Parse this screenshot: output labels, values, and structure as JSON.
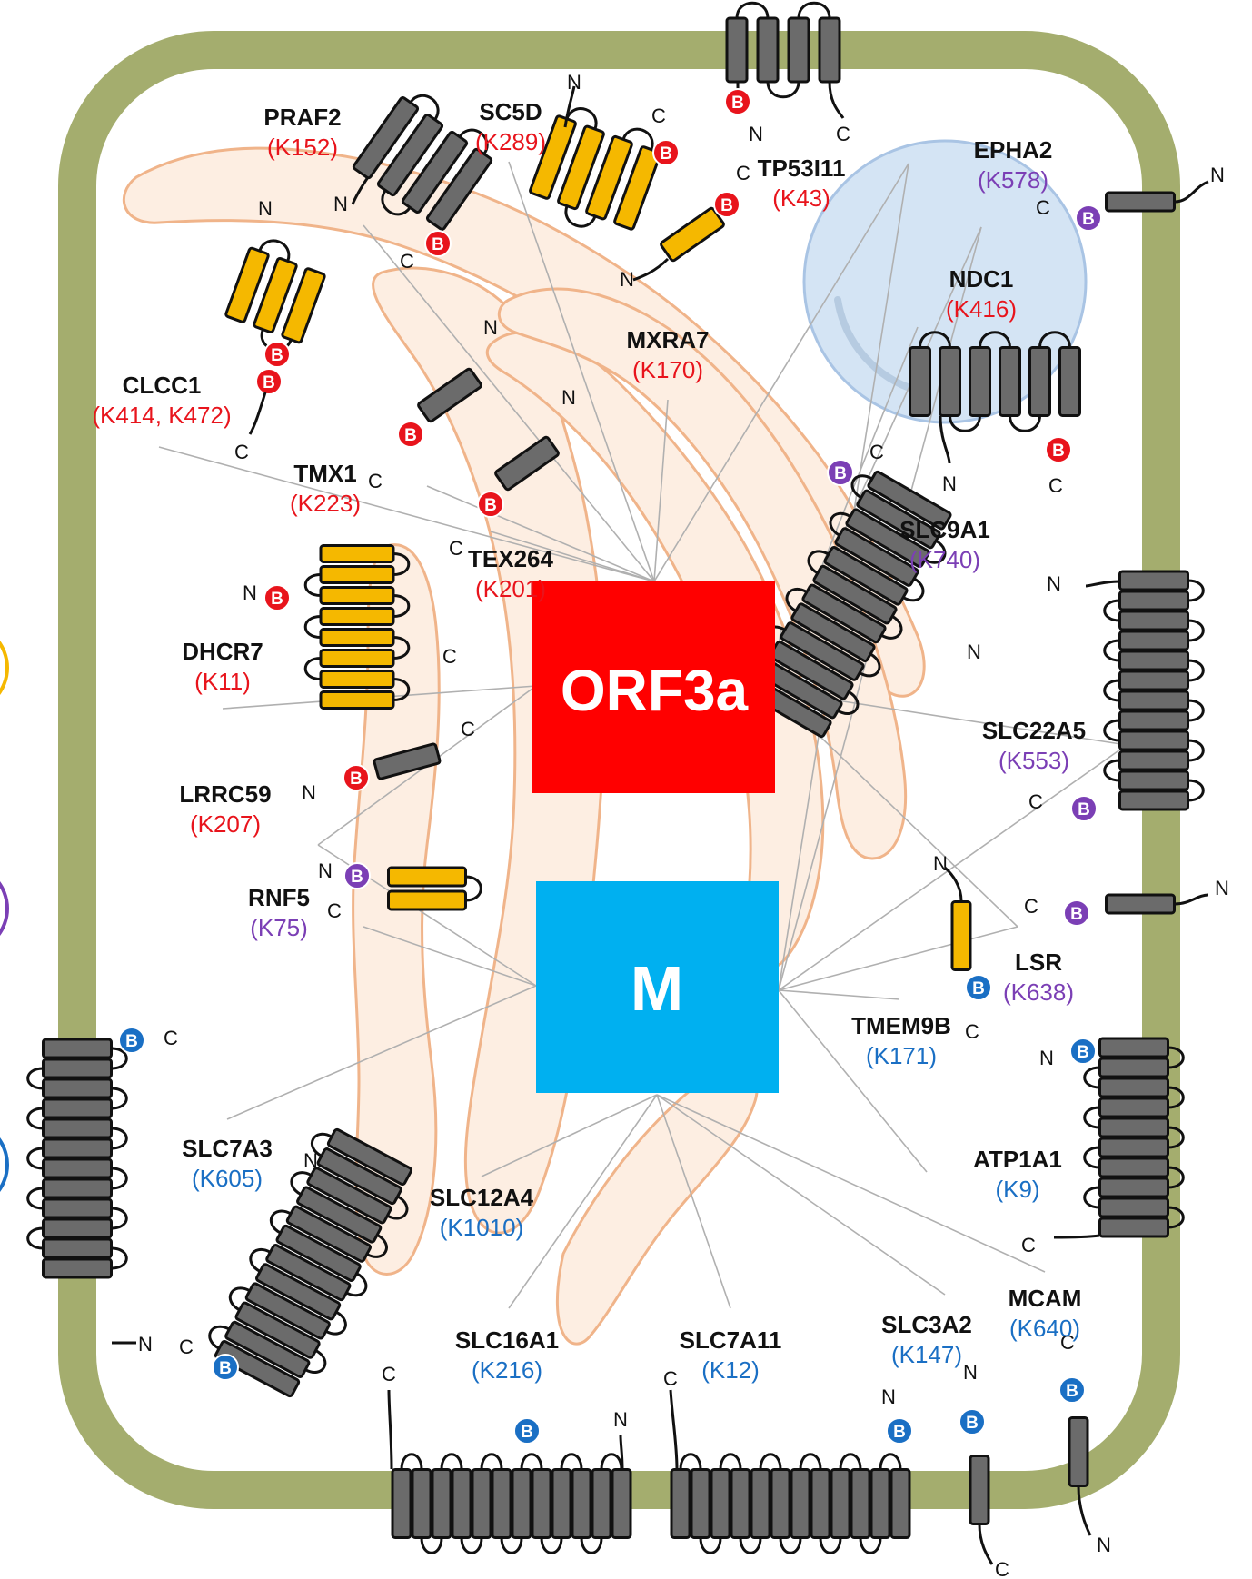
{
  "colors": {
    "membrane": "#a4ad6e",
    "cytoplasm": "#ffffff",
    "er_fill": "#fdeee2",
    "er_stroke": "#f0b48a",
    "vesicle": "#c6dbf0",
    "tm_gray": "#6b6b6b",
    "tm_yellow": "#f5b800",
    "orf3a": "#ff0000",
    "m": "#00b0f0",
    "site_red": "#e8141c",
    "site_purple": "#7b3fb5",
    "site_blue": "#1a6fc4",
    "connector": "#b0b0b0"
  },
  "baits": [
    {
      "id": "orf3a",
      "label": "ORF3a",
      "color": "#ff0000"
    },
    {
      "id": "m",
      "label": "M",
      "color": "#00b0f0"
    }
  ],
  "biotin_label": "B",
  "terminals": {
    "n": "N",
    "c": "C"
  },
  "proteins": [
    {
      "id": "praf2",
      "name": "PRAF2",
      "site": "(K152)",
      "site_color": "#e8141c",
      "tm_color": "#6b6b6b"
    },
    {
      "id": "sc5d",
      "name": "SC5D",
      "site": "(K289)",
      "site_color": "#e8141c",
      "tm_color": "#f5b800"
    },
    {
      "id": "tp53i11",
      "name": "TP53I11",
      "site": "(K43)",
      "site_color": "#e8141c",
      "tm_color": "#f5b800"
    },
    {
      "id": "epha2",
      "name": "EPHA2",
      "site": "(K578)",
      "site_color": "#7b3fb5",
      "tm_color": "#6b6b6b"
    },
    {
      "id": "ndc1",
      "name": "NDC1",
      "site": "(K416)",
      "site_color": "#e8141c",
      "tm_color": "#6b6b6b"
    },
    {
      "id": "mxra7",
      "name": "MXRA7",
      "site": "(K170)",
      "site_color": "#e8141c",
      "tm_color": "#6b6b6b"
    },
    {
      "id": "clcc1",
      "name": "CLCC1",
      "site": "(K414, K472)",
      "site_color": "#e8141c",
      "tm_color": "#f5b800"
    },
    {
      "id": "tmx1",
      "name": "TMX1",
      "site": "(K223)",
      "site_color": "#e8141c",
      "tm_color": "#6b6b6b"
    },
    {
      "id": "tex264",
      "name": "TEX264",
      "site": "(K201)",
      "site_color": "#e8141c",
      "tm_color": "#6b6b6b"
    },
    {
      "id": "slc9a1",
      "name": "SLC9A1",
      "site": "(K740)",
      "site_color": "#7b3fb5",
      "tm_color": "#6b6b6b"
    },
    {
      "id": "dhcr7",
      "name": "DHCR7",
      "site": "(K11)",
      "site_color": "#e8141c",
      "tm_color": "#f5b800"
    },
    {
      "id": "slc22a5",
      "name": "SLC22A5",
      "site": "(K553)",
      "site_color": "#7b3fb5",
      "tm_color": "#6b6b6b"
    },
    {
      "id": "lrrc59",
      "name": "LRRC59",
      "site": "(K207)",
      "site_color": "#e8141c",
      "tm_color": "#6b6b6b"
    },
    {
      "id": "rnf5",
      "name": "RNF5",
      "site": "(K75)",
      "site_color": "#7b3fb5",
      "tm_color": "#f5b800"
    },
    {
      "id": "lsr",
      "name": "LSR",
      "site": "(K638)",
      "site_color": "#7b3fb5",
      "tm_color": "#6b6b6b"
    },
    {
      "id": "tmem9b",
      "name": "TMEM9B",
      "site": "(K171)",
      "site_color": "#1a6fc4",
      "tm_color": "#f5b800"
    },
    {
      "id": "slc7a3",
      "name": "SLC7A3",
      "site": "(K605)",
      "site_color": "#1a6fc4",
      "tm_color": "#6b6b6b"
    },
    {
      "id": "atp1a1",
      "name": "ATP1A1",
      "site": "(K9)",
      "site_color": "#1a6fc4",
      "tm_color": "#6b6b6b"
    },
    {
      "id": "slc12a4",
      "name": "SLC12A4",
      "site": "(K1010)",
      "site_color": "#1a6fc4",
      "tm_color": "#6b6b6b"
    },
    {
      "id": "mcam",
      "name": "MCAM",
      "site": "(K640)",
      "site_color": "#1a6fc4",
      "tm_color": "#6b6b6b"
    },
    {
      "id": "slc16a1",
      "name": "SLC16A1",
      "site": "(K216)",
      "site_color": "#1a6fc4",
      "tm_color": "#6b6b6b"
    },
    {
      "id": "slc7a11",
      "name": "SLC7A11",
      "site": "(K12)",
      "site_color": "#1a6fc4",
      "tm_color": "#6b6b6b"
    },
    {
      "id": "slc3a2",
      "name": "SLC3A2",
      "site": "(K147)",
      "site_color": "#1a6fc4",
      "tm_color": "#6b6b6b"
    }
  ],
  "connections": [
    {
      "bait": "orf3a",
      "target": "praf2"
    },
    {
      "bait": "orf3a",
      "target": "sc5d"
    },
    {
      "bait": "orf3a",
      "target": "tp53i11"
    },
    {
      "bait": "orf3a",
      "target": "mxra7"
    },
    {
      "bait": "orf3a",
      "target": "clcc1"
    },
    {
      "bait": "orf3a",
      "target": "tmx1"
    },
    {
      "bait": "orf3a",
      "target": "tex264"
    },
    {
      "bait": "orf3a",
      "target": "epha2"
    },
    {
      "bait": "orf3a",
      "target": "ndc1"
    },
    {
      "bait": "orf3a",
      "target": "slc9a1"
    },
    {
      "bait": "orf3a",
      "target": "dhcr7"
    },
    {
      "bait": "orf3a",
      "target": "lrrc59"
    },
    {
      "bait": "orf3a",
      "target": "slc22a5"
    },
    {
      "bait": "orf3a",
      "target": "lsr"
    },
    {
      "bait": "m",
      "target": "rnf5"
    },
    {
      "bait": "m",
      "target": "lrrc59"
    },
    {
      "bait": "m",
      "target": "slc7a3"
    },
    {
      "bait": "m",
      "target": "slc12a4"
    },
    {
      "bait": "m",
      "target": "slc16a1"
    },
    {
      "bait": "m",
      "target": "slc7a11"
    },
    {
      "bait": "m",
      "target": "slc3a2"
    },
    {
      "bait": "m",
      "target": "mcam"
    },
    {
      "bait": "m",
      "target": "atp1a1"
    },
    {
      "bait": "m",
      "target": "tmem9b"
    },
    {
      "bait": "m",
      "target": "lsr"
    },
    {
      "bait": "m",
      "target": "slc22a5"
    },
    {
      "bait": "m",
      "target": "tp53i11"
    },
    {
      "bait": "m",
      "target": "epha2"
    }
  ]
}
